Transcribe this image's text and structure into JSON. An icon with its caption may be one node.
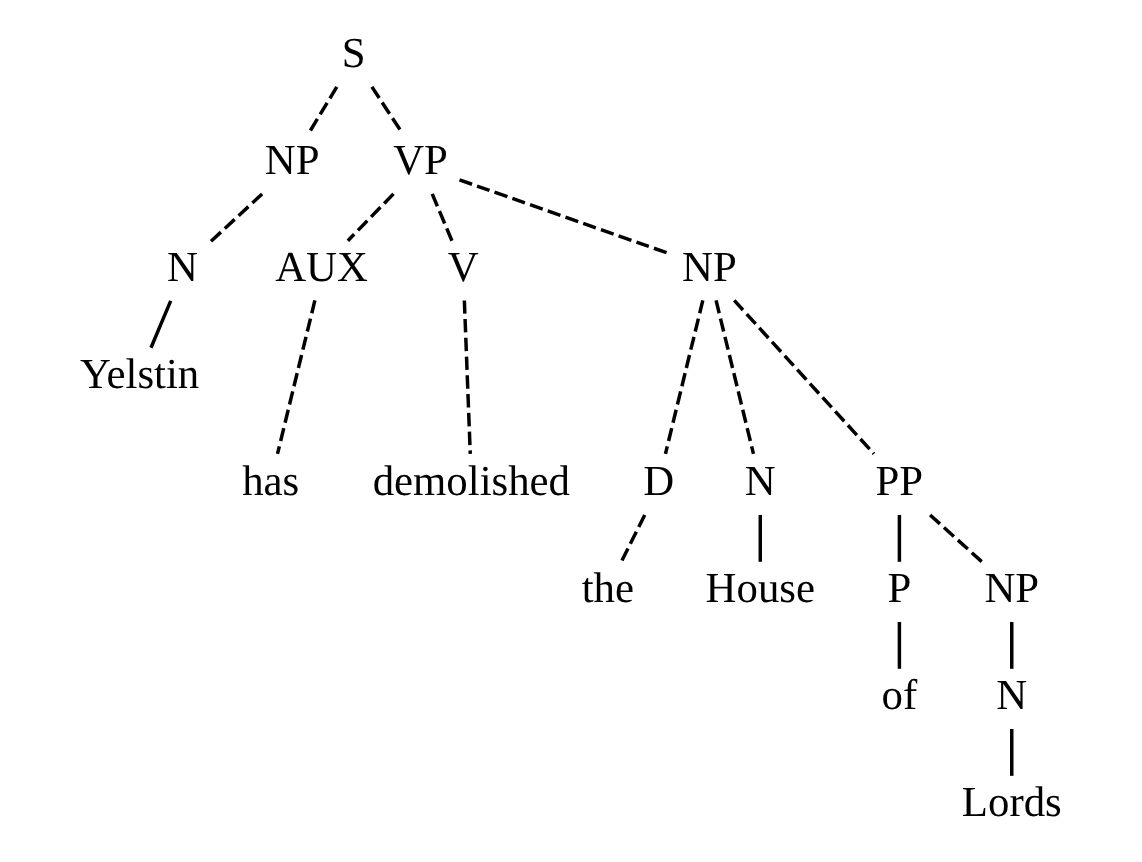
{
  "diagram": {
    "nodes": [
      {
        "text": [
          "S"
        ]
      },
      {
        "text": [
          "NP"
        ]
      },
      {
        "text": [
          "VP"
        ]
      },
      {
        "text": [
          "N"
        ]
      },
      {
        "text": [
          "Yelstin"
        ]
      },
      {
        "text": [
          "AUX"
        ]
      },
      {
        "text": [
          "V"
        ]
      },
      {
        "text": [
          "NP"
        ]
      },
      {
        "text": [
          "has"
        ]
      },
      {
        "text": [
          "demolished"
        ]
      },
      {
        "text": [
          "D"
        ]
      },
      {
        "text": [
          "N"
        ]
      },
      {
        "text": [
          "PP"
        ]
      },
      {
        "text": [
          "the"
        ]
      },
      {
        "text": [
          "House"
        ]
      },
      {
        "text": [
          "P"
        ]
      },
      {
        "text": [
          "NP"
        ]
      },
      {
        "text": [
          "of"
        ]
      },
      {
        "text": [
          "N"
        ]
      },
      {
        "text": [
          "Lords"
        ]
      }
    ],
    "edges": [
      {
        "from": 0,
        "to": 1,
        "arrow": "none",
        "style": "dashed"
      },
      {
        "from": 0,
        "to": 2,
        "arrow": "none",
        "style": "dashed"
      },
      {
        "from": 1,
        "to": 3,
        "arrow": "none",
        "style": "dashed"
      },
      {
        "from": 3,
        "to": 4,
        "arrow": "none"
      },
      {
        "from": 2,
        "to": 5,
        "arrow": "none",
        "style": "dashed"
      },
      {
        "from": 2,
        "to": 6,
        "arrow": "none",
        "style": "dashed"
      },
      {
        "from": 2,
        "to": 7,
        "arrow": "none",
        "style": "dashed"
      },
      {
        "from": 5,
        "to": 8,
        "arrow": "none",
        "style": "dashed"
      },
      {
        "from": 6,
        "to": 9,
        "arrow": "none",
        "style": "dashed"
      },
      {
        "from": 7,
        "to": 10,
        "arrow": "none",
        "style": "dashed"
      },
      {
        "from": 7,
        "to": 11,
        "arrow": "none",
        "style": "dashed"
      },
      {
        "from": 7,
        "to": 12,
        "arrow": "none",
        "style": "dashed"
      },
      {
        "from": 10,
        "to": 13,
        "arrow": "none",
        "style": "dashed"
      },
      {
        "from": 11,
        "to": 14,
        "arrow": "none"
      },
      {
        "from": 12,
        "to": 15,
        "arrow": "none"
      },
      {
        "from": 12,
        "to": 16,
        "arrow": "none",
        "style": "dashed"
      },
      {
        "from": 15,
        "to": 17,
        "arrow": "none"
      },
      {
        "from": 16,
        "to": 18,
        "arrow": "none"
      },
      {
        "from": 18,
        "to": 19,
        "arrow": "none"
      }
    ]
  }
}
